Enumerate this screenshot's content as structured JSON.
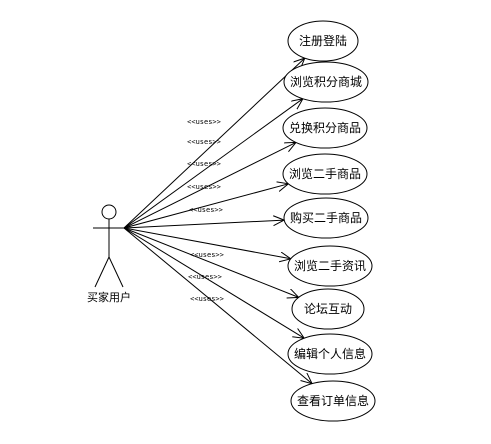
{
  "actor": {
    "name": "买家用户"
  },
  "relation_label": "<<uses>>",
  "use_cases": [
    {
      "label": "注册登陆"
    },
    {
      "label": "浏览积分商城"
    },
    {
      "label": "兑换积分商品"
    },
    {
      "label": "浏览二手商品"
    },
    {
      "label": "购买二手商品"
    },
    {
      "label": "浏览二手资讯"
    },
    {
      "label": "论坛互动"
    },
    {
      "label": "编辑个人信息"
    },
    {
      "label": "查看订单信息"
    }
  ]
}
